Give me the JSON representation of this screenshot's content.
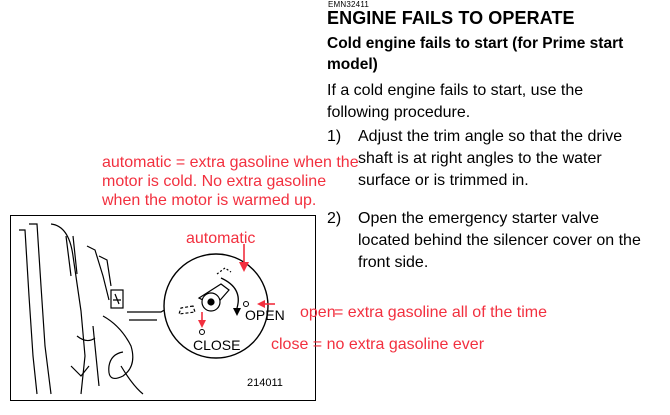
{
  "doc_code": "EMN32411",
  "heading": "ENGINE FAILS TO OPERATE",
  "subheading": "Cold engine fails to start (for Prime start model)",
  "intro": "If a cold engine fails to start, use the following procedure.",
  "steps": [
    {
      "num": "1)",
      "text": "Adjust the trim angle so that the drive shaft is at right angles to the water surface or is trimmed in."
    },
    {
      "num": "2)",
      "text": "Open the emergency starter valve located behind the silencer cover on the front side."
    }
  ],
  "annotations": {
    "automatic_note_line1": "automatic = extra gasoline when the",
    "automatic_note_line2": "motor is cold. No extra gasoline",
    "automatic_note_line3": "when the motor is warmed up.",
    "automatic_label": "automatic",
    "open_note": "= extra gasoline all of the time",
    "open_note_prefix": "open",
    "close_note": "close = no extra gasoline ever"
  },
  "figure": {
    "open_label": "OPEN",
    "close_label": "CLOSE",
    "figure_number": "214011"
  },
  "colors": {
    "annotation_red": "#f2303f",
    "text": "#000000"
  }
}
